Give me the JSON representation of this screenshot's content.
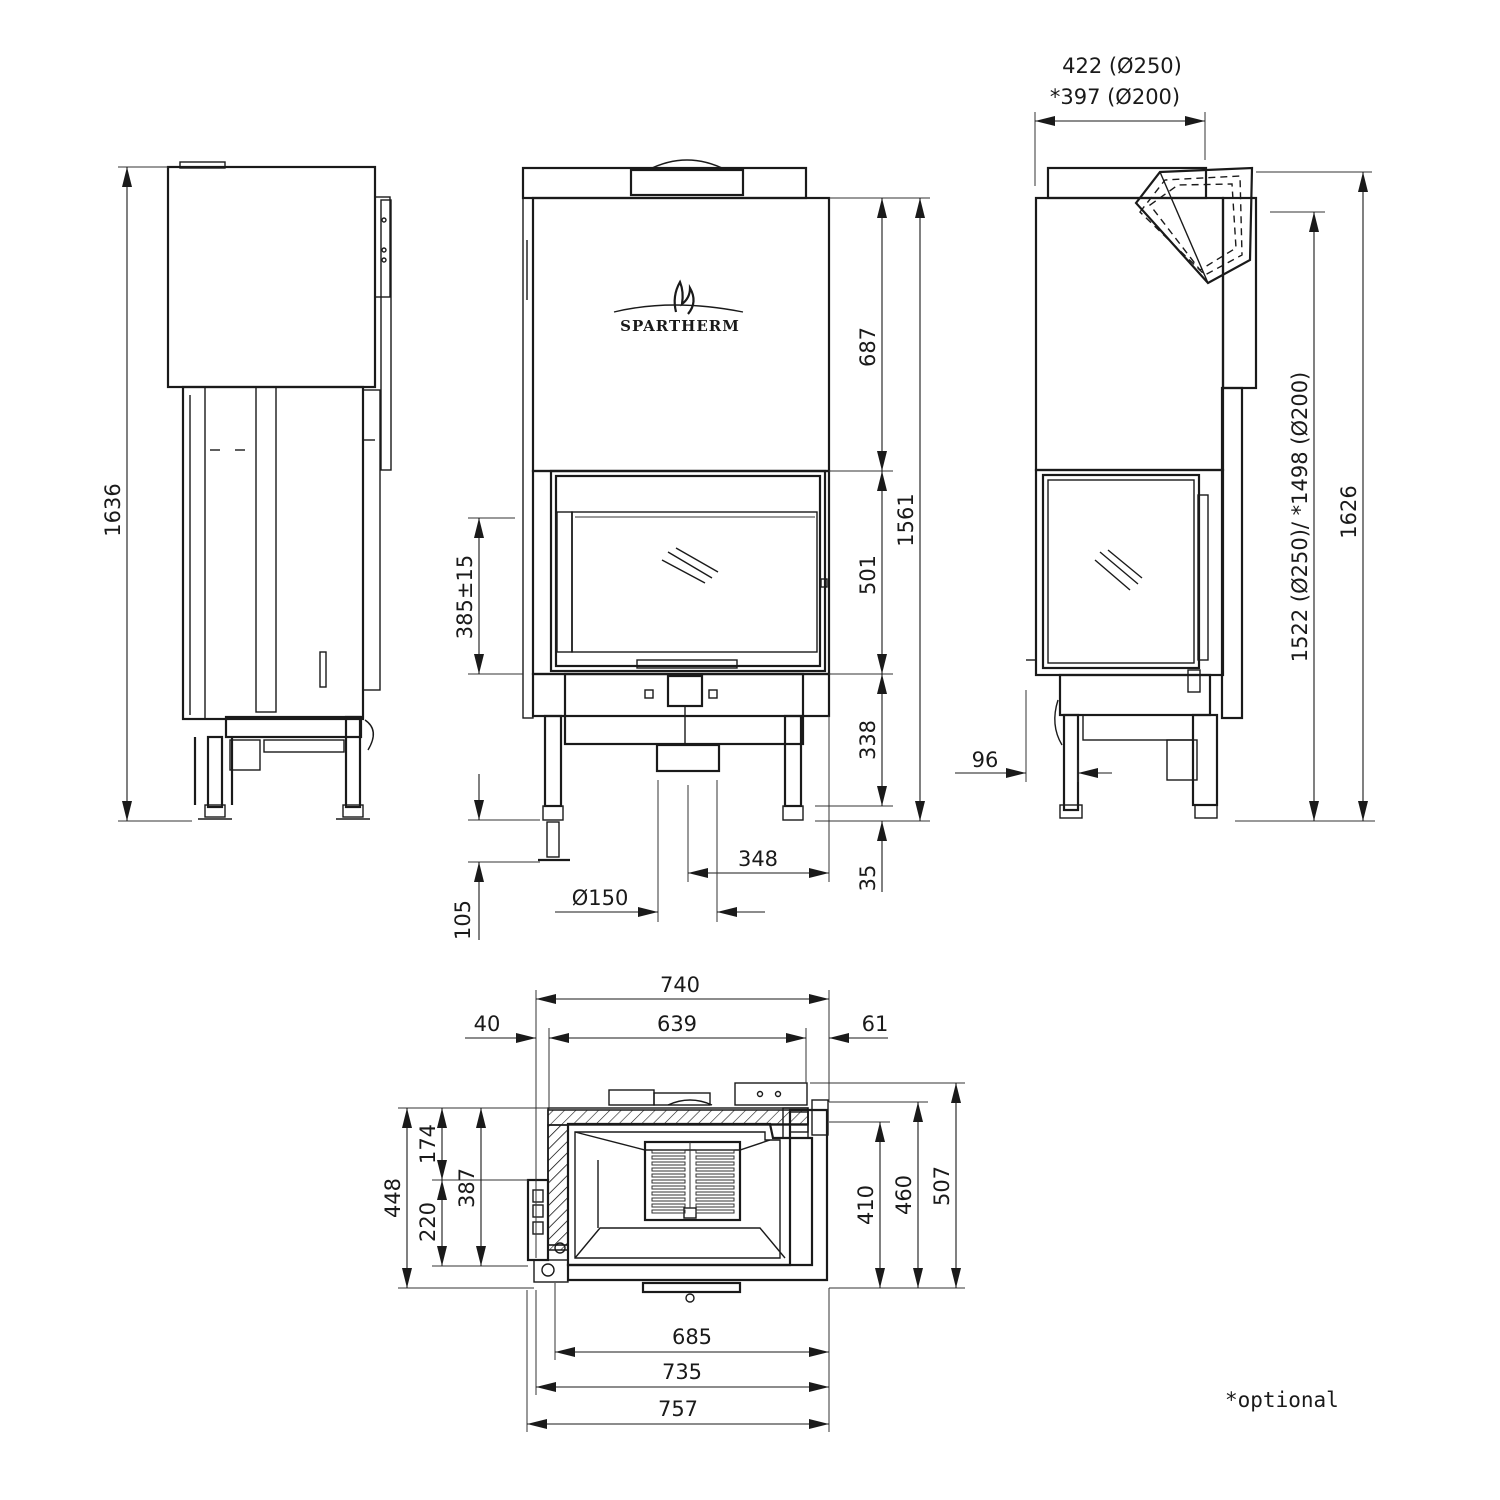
{
  "brand": "SPARTHERM",
  "note": "*optional",
  "side_view": {
    "height": "1636"
  },
  "front_view": {
    "top_section": "687",
    "door_height": "501",
    "total_height": "1561",
    "bottom_section": "338",
    "foot_adjust": "35",
    "door_sill": "385±15",
    "foot_height": "105",
    "flue_offset": "348",
    "air_inlet": "Ø150"
  },
  "rear_side_view": {
    "flue_250": "422 (Ø250)",
    "flue_200": "*397 (Ø200)",
    "flue_height": "1522 (Ø250)/ *1498 (Ø200)",
    "total_height": "1626",
    "leg_offset": "96"
  },
  "plan_view": {
    "width_top": "740",
    "inner_width": "639",
    "left_offset": "40",
    "right_offset": "61",
    "depth_outer": "448",
    "depth_left_top": "174",
    "depth_left_bottom": "220",
    "depth_inner": "387",
    "depth_right_inner": "410",
    "depth_right_mid": "460",
    "depth_right_outer": "507",
    "width_685": "685",
    "width_735": "735",
    "width_757": "757"
  }
}
